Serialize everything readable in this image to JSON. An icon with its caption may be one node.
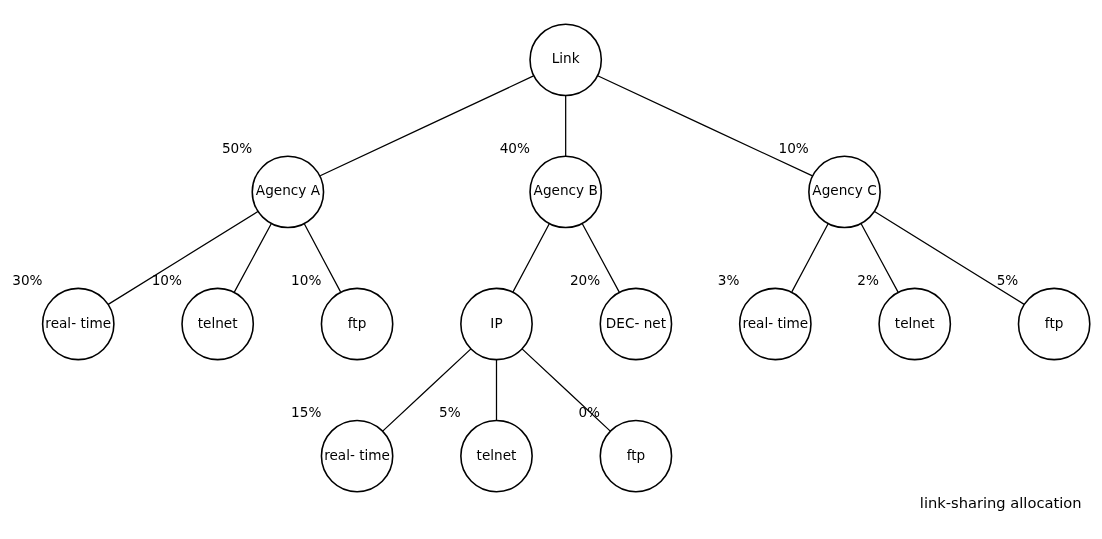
{
  "diagram": {
    "caption": "link-sharing allocation",
    "nodes": [
      {
        "text": [
          "Link"
        ]
      },
      {
        "text": [
          "Agency A"
        ],
        "beside": [
          "50%"
        ]
      },
      {
        "text": [
          "Agency B"
        ],
        "beside": [
          "40%"
        ]
      },
      {
        "text": [
          "Agency C"
        ],
        "beside": [
          "10%"
        ]
      },
      {
        "text": [
          "real- time"
        ],
        "beside": [
          "30%"
        ]
      },
      {
        "text": [
          "telnet"
        ],
        "beside": [
          "10%"
        ]
      },
      {
        "text": [
          "ftp"
        ],
        "beside": [
          "10%"
        ]
      },
      {
        "text": [
          "IP"
        ]
      },
      {
        "text": [
          "DEC- net"
        ],
        "beside": [
          "20%"
        ]
      },
      {
        "text": [
          "real- time"
        ],
        "beside": [
          "3%"
        ]
      },
      {
        "text": [
          "telnet"
        ],
        "beside": [
          "2%"
        ]
      },
      {
        "text": [
          "ftp"
        ],
        "beside": [
          "5%"
        ]
      },
      {
        "text": [
          "real- time"
        ],
        "beside": [
          "15%"
        ]
      },
      {
        "text": [
          "telnet"
        ],
        "beside": [
          "5%"
        ]
      },
      {
        "text": [
          "ftp"
        ],
        "beside": [
          "0%"
        ]
      }
    ],
    "edges": [
      {
        "from": 0,
        "to": 1,
        "arrow": "none"
      },
      {
        "from": 0,
        "to": 2,
        "arrow": "none"
      },
      {
        "from": 0,
        "to": 3,
        "arrow": "none"
      },
      {
        "from": 1,
        "to": 4,
        "arrow": "none"
      },
      {
        "from": 1,
        "to": 5,
        "arrow": "none"
      },
      {
        "from": 1,
        "to": 6,
        "arrow": "none"
      },
      {
        "from": 2,
        "to": 7,
        "arrow": "none"
      },
      {
        "from": 2,
        "to": 8,
        "arrow": "none"
      },
      {
        "from": 3,
        "to": 9,
        "arrow": "none"
      },
      {
        "from": 3,
        "to": 10,
        "arrow": "none"
      },
      {
        "from": 3,
        "to": 11,
        "arrow": "none"
      },
      {
        "from": 7,
        "to": 12,
        "arrow": "none"
      },
      {
        "from": 7,
        "to": 13,
        "arrow": "none"
      },
      {
        "from": 7,
        "to": 14,
        "arrow": "none"
      }
    ]
  }
}
